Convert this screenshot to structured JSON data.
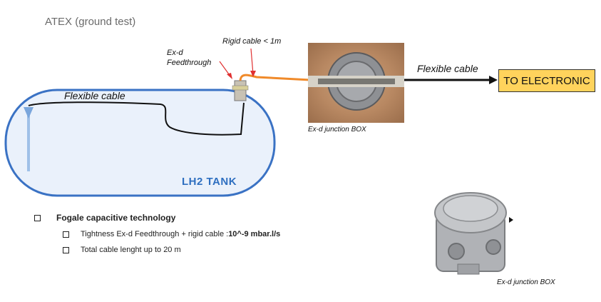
{
  "title": "ATEX (ground test)",
  "labels": {
    "feedthrough": "Ex-d Feedthrough",
    "rigid_cable": "Rigid cable < 1m",
    "flexible_cable_tank": "Flexible cable",
    "flexible_cable_out": "Flexible cable",
    "junction_box_1": "Ex-d junction BOX",
    "junction_box_2": "Ex-d junction BOX",
    "tank": "LH2 TANK",
    "to_electronic": "TO ELECTRONIC"
  },
  "bullets": {
    "main": "Fogale capacitive technology",
    "items": [
      {
        "text": "Tightness Ex-d Feedthrough + rigid cable : ",
        "value": "10^-9 mbar.l/s"
      },
      {
        "text": "Total cable lenght  up to 20 m",
        "value": ""
      }
    ]
  },
  "colors": {
    "tank_outline": "#3a72c4",
    "tank_fill": "#eaf1fb",
    "rigid_cable": "#f08a2a",
    "arrow_red": "#e03030",
    "to_electronic_bg": "#ffd35c"
  }
}
